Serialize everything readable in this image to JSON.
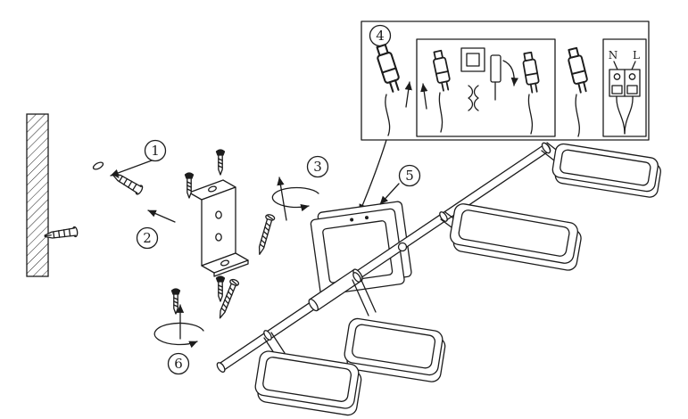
{
  "colors": {
    "ink": "#1c1c1c",
    "background": "#ffffff"
  },
  "steps": [
    {
      "label": "1"
    },
    {
      "label": "2"
    },
    {
      "label": "3"
    },
    {
      "label": "4"
    },
    {
      "label": "5"
    },
    {
      "label": "6"
    }
  ],
  "wiring_inset": {
    "terminal_labels": {
      "neutral": "N",
      "live": "L"
    }
  }
}
